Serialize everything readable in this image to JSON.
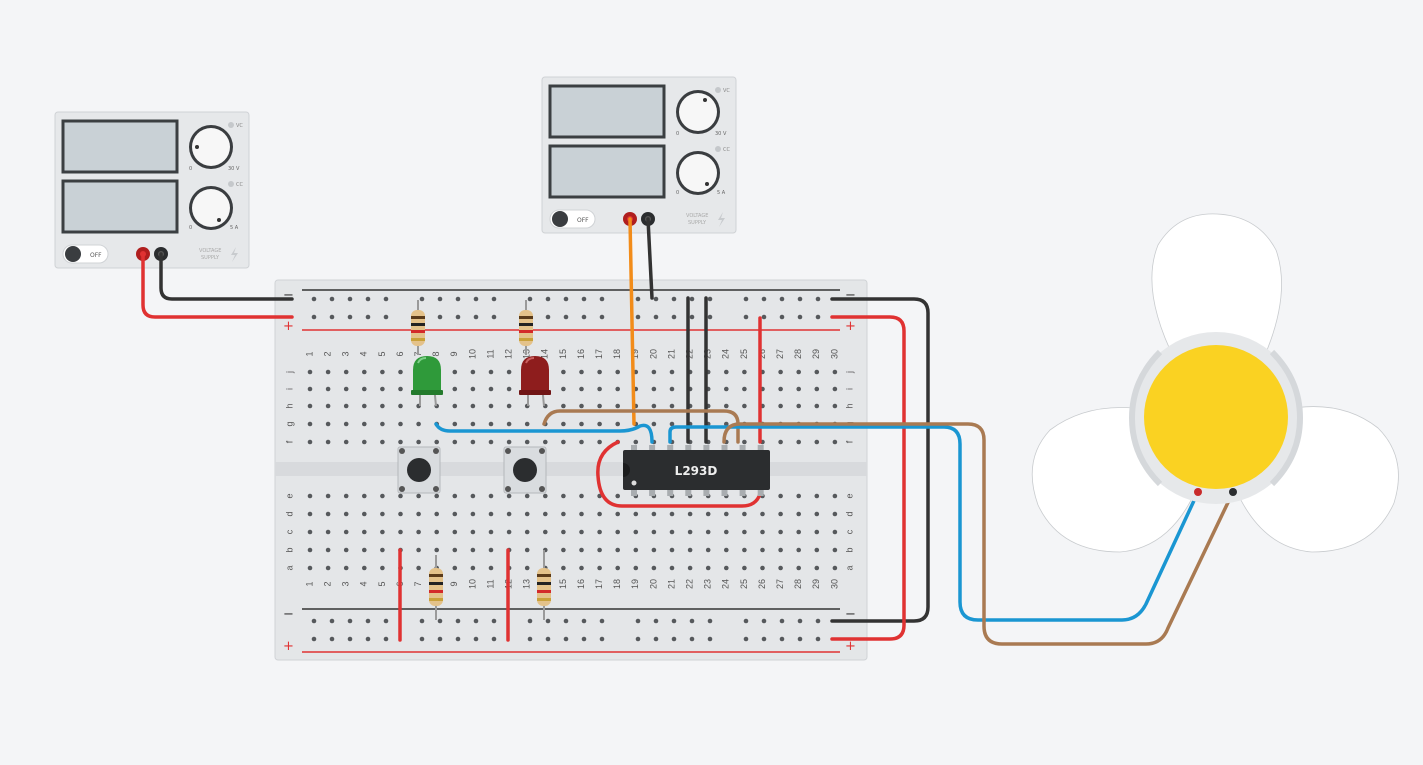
{
  "supplies": [
    {
      "id": "supply-left",
      "vc_label": "VC",
      "cc_label": "CC",
      "voltage_min": "0",
      "voltage_max": "30 V",
      "current_min": "0",
      "current_max": "5 A",
      "switch_label": "OFF",
      "brand_line1": "VOLTAGE",
      "brand_line2": "SUPPLY"
    },
    {
      "id": "supply-right",
      "vc_label": "VC",
      "cc_label": "CC",
      "voltage_min": "0",
      "voltage_max": "30 V",
      "current_min": "0",
      "current_max": "5 A",
      "switch_label": "OFF",
      "brand_line1": "VOLTAGE",
      "brand_line2": "SUPPLY"
    }
  ],
  "breadboard": {
    "columns": 30,
    "top_row_letters": [
      "j",
      "i",
      "h",
      "g",
      "f"
    ],
    "bottom_row_letters": [
      "e",
      "d",
      "c",
      "b",
      "a"
    ],
    "rail_minus": "−",
    "rail_plus": "+"
  },
  "chip": {
    "label": "L293D"
  },
  "colors": {
    "wire_red": "#e03232",
    "wire_black": "#333333",
    "wire_blue": "#1a96d2",
    "wire_brown": "#a97a52",
    "wire_orange": "#f28c1a",
    "led_green": "#2f9a3a",
    "led_red": "#8e1d1d",
    "fan_hub": "#fad222"
  }
}
